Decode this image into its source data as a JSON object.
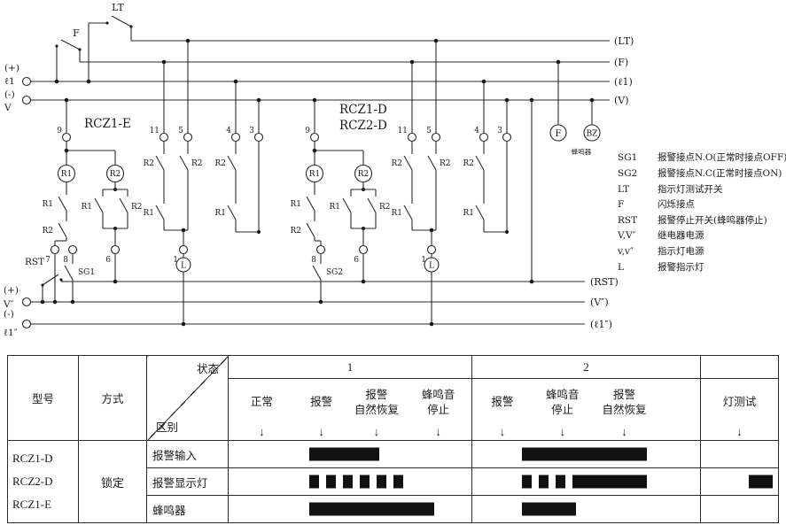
{
  "circuit": {
    "rails_top": [
      "(LT)",
      "(F)",
      "(ℓ1)",
      "(V)"
    ],
    "rails_bottom": [
      "(RST)",
      "(V″)",
      "(ℓ1″)"
    ],
    "supply": {
      "top_plus": "(+)",
      "top_plus_name": "ℓ1",
      "top_minus": "(-)",
      "top_minus_name": "V",
      "bottom_plus": "(+)",
      "bottom_plus_name": "V″",
      "bottom_minus": "(-)",
      "bottom_minus_name": "ℓ1″"
    },
    "switch_lt": "LT",
    "switch_f": "F",
    "switch_rst": "RST",
    "contact_sg1": "SG1",
    "contact_sg2": "SG2",
    "block1_title": "RCZ1-E",
    "block2_title_line1": "RCZ1-D",
    "block2_title_line2": "RCZ2-D",
    "block1_top_terminals": [
      "9",
      "11",
      "5",
      "4",
      "3"
    ],
    "block1_bottom_terminals": [
      "7",
      "8",
      "6",
      "1"
    ],
    "block2_top_terminals": [
      "9",
      "11",
      "5",
      "4",
      "3"
    ],
    "block2_bottom_terminals": [
      "8",
      "6",
      "1"
    ],
    "relay_r1": "R1",
    "relay_r2": "R2",
    "lamp": "L",
    "flasher": "F",
    "buzzer": "BZ",
    "buzzer_cn": "蜂鸣器",
    "legend": [
      {
        "term": "SG1",
        "desc": "报警接点N.O(正常时接点OFF)"
      },
      {
        "term": "SG2",
        "desc": "报警接点N.C(正常时接点ON)"
      },
      {
        "term": "LT",
        "desc": "指示灯测试开关"
      },
      {
        "term": "F",
        "desc": "闪烁接点"
      },
      {
        "term": "RST",
        "desc": "报警停止开关(蜂鸣器停止)"
      },
      {
        "term": "V,V″",
        "desc": "继电器电源"
      },
      {
        "term": "v,v″",
        "desc": "指示灯电源"
      },
      {
        "term": "L",
        "desc": "报警指示灯"
      }
    ]
  },
  "table": {
    "header_model": "型号",
    "header_mode": "方式",
    "diag_top": "状态",
    "diag_bottom": "区别",
    "group1_label": "1",
    "group2_label": "2",
    "arrow": "↓",
    "states_group1": [
      "正常",
      "报警",
      "报警\n自然恢复",
      "蜂鸣音\n停止"
    ],
    "states_group2": [
      "报警",
      "蜂鸣音\n停止",
      "报警\n自然恢复"
    ],
    "state_lamp_test": "灯测试",
    "models": "RCZ1-D\nRCZ2-D\nRCZ1-E",
    "mode_value": "锁定"
  },
  "chart_data": {
    "type": "timing",
    "sequence1": [
      "正常",
      "报警",
      "报警自然恢复",
      "蜂鸣音停止"
    ],
    "sequence2": [
      "报警",
      "蜂鸣音停止",
      "报警自然恢复"
    ],
    "extra_state": "灯测试",
    "tracks": [
      {
        "label": "报警输入",
        "cells": [
          [
            {
              "l": 33.1,
              "w": 29.1,
              "p": "solid"
            }
          ],
          [
            {
              "l": 21.7,
              "w": 55.0,
              "p": "solid"
            }
          ],
          []
        ]
      },
      {
        "label": "报警显示灯",
        "cells": [
          [
            {
              "l": 33.1,
              "w": 40.0,
              "p": "blink"
            }
          ],
          [
            {
              "l": 21.7,
              "w": 24.0,
              "p": "blink"
            },
            {
              "l": 45.7,
              "w": 31.0,
              "p": "solid"
            }
          ],
          [
            {
              "l": 62.0,
              "w": 31.0,
              "p": "solid"
            }
          ]
        ]
      },
      {
        "label": "蜂鸣器",
        "cells": [
          [
            {
              "l": 33.1,
              "w": 51.6,
              "p": "solid"
            }
          ],
          [
            {
              "l": 21.7,
              "w": 24.0,
              "p": "solid"
            }
          ],
          []
        ]
      }
    ]
  }
}
